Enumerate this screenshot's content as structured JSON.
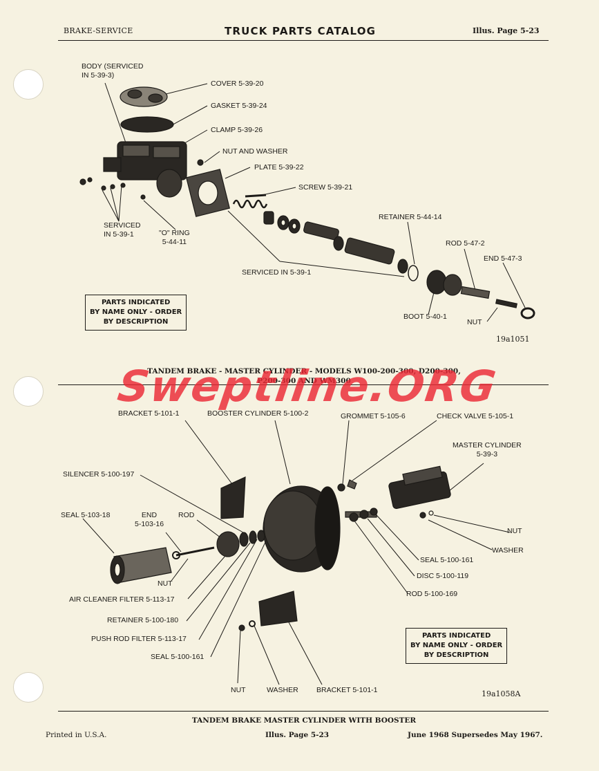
{
  "header": {
    "left": "BRAKE-SERVICE",
    "title": "TRUCK PARTS CATALOG",
    "right": "Illus. Page 5-23"
  },
  "watermark": "Sweptline.ORG",
  "top_figure": {
    "labels": {
      "body": "BODY (SERVICED\nIN 5-39-3)",
      "cover": "COVER 5-39-20",
      "gasket": "GASKET 5-39-24",
      "clamp": "CLAMP 5-39-26",
      "nut_washer": "NUT AND WASHER",
      "plate": "PLATE 5-39-22",
      "screw": "SCREW 5-39-21",
      "retainer": "RETAINER 5-44-14",
      "rod": "ROD 5-47-2",
      "end": "END 5-47-3",
      "serviced1": "SERVICED\nIN 5-39-1",
      "oring": "\"O\" RING\n5-44-11",
      "serviced2": "SERVICED IN 5-39-1",
      "boot": "BOOT 5-40-1",
      "nut": "NUT"
    },
    "note": "PARTS INDICATED\nBY NAME ONLY - ORDER\nBY DESCRIPTION",
    "fig_id": "19a1051",
    "caption": "TANDEM BRAKE - MASTER CYLINDER - MODELS W100-200-300, D200-300,\nP200-300 AND WM300"
  },
  "bottom_figure": {
    "labels": {
      "bracket_top": "BRACKET 5-101-1",
      "booster": "BOOSTER CYLINDER 5-100-2",
      "grommet": "GROMMET 5-105-6",
      "check_valve": "CHECK VALVE 5-105-1",
      "master": "MASTER CYLINDER\n5-39-3",
      "silencer": "SILENCER 5-100-197",
      "seal_103": "SEAL 5-103-18",
      "end": "END\n5-103-16",
      "rod": "ROD",
      "nut_right": "NUT",
      "washer_right": "WASHER",
      "seal_161_right": "SEAL 5-100-161",
      "disc": "DISC 5-100-119",
      "rod_169": "ROD 5-100-169",
      "nut_left": "NUT",
      "air_filter": "AIR CLEANER FILTER 5-113-17",
      "retainer": "RETAINER 5-100-180",
      "push_rod_filter": "PUSH ROD FILTER 5-113-17",
      "seal_161_left": "SEAL 5-100-161",
      "nut_bottom": "NUT",
      "washer_bottom": "WASHER",
      "bracket_bottom": "BRACKET 5-101-1"
    },
    "note": "PARTS INDICATED\nBY NAME ONLY - ORDER\nBY DESCRIPTION",
    "fig_id": "19a1058A",
    "caption": "TANDEM BRAKE MASTER CYLINDER WITH BOOSTER"
  },
  "footer": {
    "left": "Printed in U.S.A.",
    "center": "Illus. Page 5-23",
    "right": "June 1968 Supersedes May 1967."
  }
}
